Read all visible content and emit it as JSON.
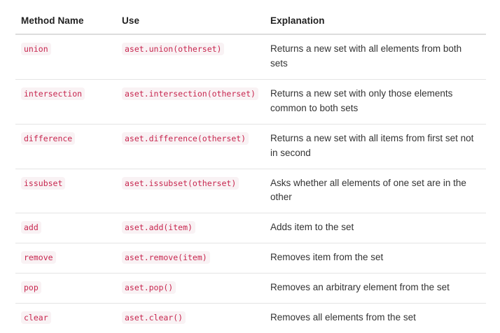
{
  "table": {
    "name": "python-set-methods-table",
    "columns": [
      {
        "key": "method",
        "label": "Method Name"
      },
      {
        "key": "use",
        "label": "Use"
      },
      {
        "key": "explanation",
        "label": "Explanation"
      }
    ],
    "rows": [
      {
        "method": "union",
        "use": "aset.union(otherset)",
        "explanation": "Returns a new set with all elements from both sets"
      },
      {
        "method": "intersection",
        "use": "aset.intersection(otherset)",
        "explanation": "Returns a new set with only those elements common to both sets"
      },
      {
        "method": "difference",
        "use": "aset.difference(otherset)",
        "explanation": "Returns a new set with all items from first set not in second"
      },
      {
        "method": "issubset",
        "use": "aset.issubset(otherset)",
        "explanation": "Asks whether all elements of one set are in the other"
      },
      {
        "method": "add",
        "use": "aset.add(item)",
        "explanation": "Adds item to the set"
      },
      {
        "method": "remove",
        "use": "aset.remove(item)",
        "explanation": "Removes item from the set"
      },
      {
        "method": "pop",
        "use": "aset.pop()",
        "explanation": "Removes an arbitrary element from the set"
      },
      {
        "method": "clear",
        "use": "aset.clear()",
        "explanation": "Removes all elements from the set"
      }
    ]
  },
  "colors": {
    "page_background": "#ffffff",
    "code_text": "#c7254e",
    "code_background": "#f9f2f4",
    "header_text": "#212121",
    "body_text": "#333333",
    "header_rule": "#dddddd",
    "row_rule": "#e4e4e4"
  }
}
